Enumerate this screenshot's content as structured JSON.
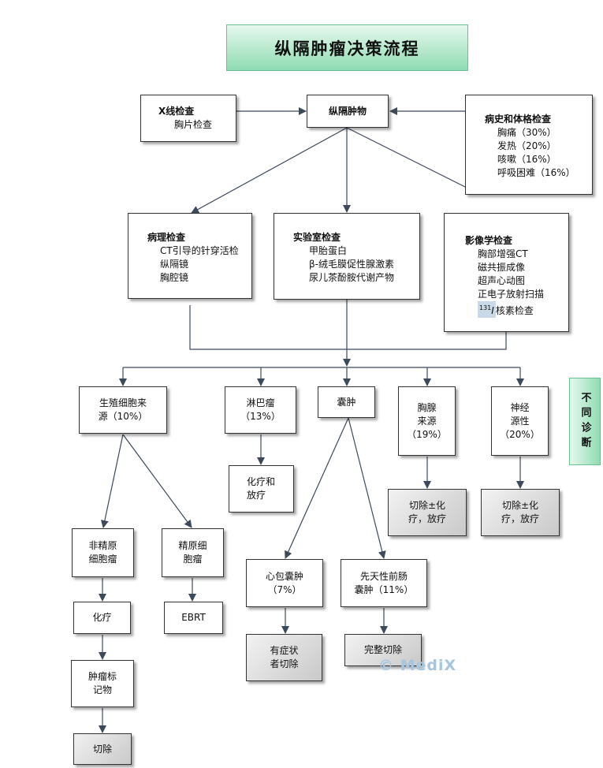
{
  "title": "纵隔肿瘤决策流程",
  "side_tab": "不同诊断",
  "watermark": "© MediX",
  "top": {
    "xray": {
      "head": "X线检查",
      "line": "胸片检查"
    },
    "center": "纵隔肿物",
    "history": {
      "head": "病史和体格检查",
      "lines": [
        "胸痛（30%）",
        "发热（20%）",
        "咳嗽（16%）",
        "呼吸困难（16%）"
      ]
    }
  },
  "exams": {
    "pathology": {
      "head": "病理检查",
      "lines": [
        "CT引导的针穿活检",
        "纵隔镜",
        "胸腔镜"
      ]
    },
    "lab": {
      "head": "实验室检查",
      "lines": [
        "甲胎蛋白",
        "β-绒毛膜促性腺激素",
        "尿儿茶酚胺代谢产物"
      ]
    },
    "imaging": {
      "head": "影像学检查",
      "lines": [
        "胸部增强CT",
        "磁共振成像",
        "超声心动图",
        "正电子放射扫描"
      ],
      "iodine_sup": "131",
      "iodine_letter": "I",
      "iodine_rest": "核素检查"
    }
  },
  "types": {
    "germ": [
      "生殖细胞来",
      "源（10%）"
    ],
    "lymphoma": [
      "淋巴瘤",
      "（13%）"
    ],
    "cyst": "囊肿",
    "thymus": [
      "胸腺",
      "来源",
      "（19%）"
    ],
    "neuro": [
      "神经",
      "源性",
      "（20%）"
    ]
  },
  "branches": {
    "nonseminoma": [
      "非精原",
      "细胞瘤"
    ],
    "seminoma": [
      "精原细",
      "胞瘤"
    ],
    "chemo": "化疗",
    "ebrt": "EBRT",
    "markers": [
      "肿瘤标",
      "记物"
    ],
    "resect": "切除",
    "lymph_tx": [
      "化疗和",
      "放疗"
    ],
    "thymus_tx": [
      "切除±化",
      "疗，放疗"
    ],
    "neuro_tx": [
      "切除±化",
      "疗，放疗"
    ],
    "pericardial": [
      "心包囊肿",
      "（7%）"
    ],
    "foregut": [
      "先天性前肠",
      "囊肿（11%）"
    ],
    "pericardial_tx": [
      "有症状",
      "者切除"
    ],
    "foregut_tx": "完整切除"
  }
}
